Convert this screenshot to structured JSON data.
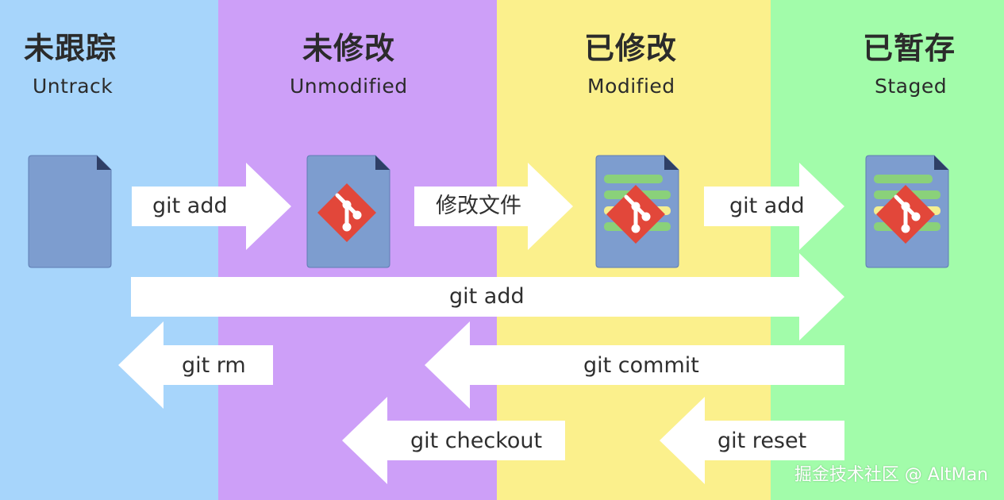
{
  "colors": {
    "untracked_bg": "#a7d5fb",
    "unmodified_bg": "#cd9ff8",
    "modified_bg": "#fbf08c",
    "staged_bg": "#a2fcaa",
    "file_fill": "#7d9dcf",
    "file_fold": "#2f3f66",
    "git_logo": "#e2473a",
    "content_bar_green": "#8ad17a",
    "content_bar_yellow": "#f4ee90",
    "arrow_fill": "#ffffff"
  },
  "states": [
    {
      "zh": "未跟踪",
      "en": "Untrack"
    },
    {
      "zh": "未修改",
      "en": "Unmodified"
    },
    {
      "zh": "已修改",
      "en": "Modified"
    },
    {
      "zh": "已暂存",
      "en": "Staged"
    }
  ],
  "transitions": {
    "add_untracked": "git add",
    "edit_file": "修改文件",
    "add_modified": "git add",
    "add_all": "git add",
    "rm": "git rm",
    "commit": "git commit",
    "checkout": "git checkout",
    "reset": "git reset"
  },
  "watermark": "掘金技术社区 @ AltMan"
}
